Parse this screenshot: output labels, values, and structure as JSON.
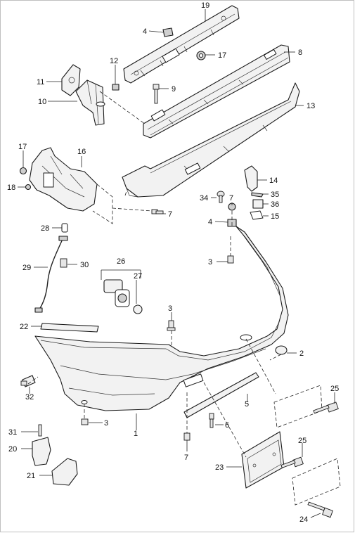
{
  "diagram": {
    "callouts": {
      "c1": "1",
      "c2": "2",
      "c3a": "3",
      "c3b": "3",
      "c3c": "3",
      "c4a": "4",
      "c4b": "4",
      "c5": "5",
      "c6": "6",
      "c7a": "7",
      "c7b": "7",
      "c7c": "7",
      "c8": "8",
      "c9": "9",
      "c10": "10",
      "c11": "11",
      "c12": "12",
      "c13": "13",
      "c14": "14",
      "c15": "15",
      "c16": "16",
      "c17a": "17",
      "c17b": "17",
      "c18": "18",
      "c19": "19",
      "c20": "20",
      "c21": "21",
      "c22": "22",
      "c23": "23",
      "c24": "24",
      "c25a": "25",
      "c25b": "25",
      "c26": "26",
      "c27": "27",
      "c28": "28",
      "c29": "29",
      "c30": "30",
      "c31": "31",
      "c32": "32",
      "c34": "34",
      "c35": "35",
      "c36": "36"
    }
  }
}
